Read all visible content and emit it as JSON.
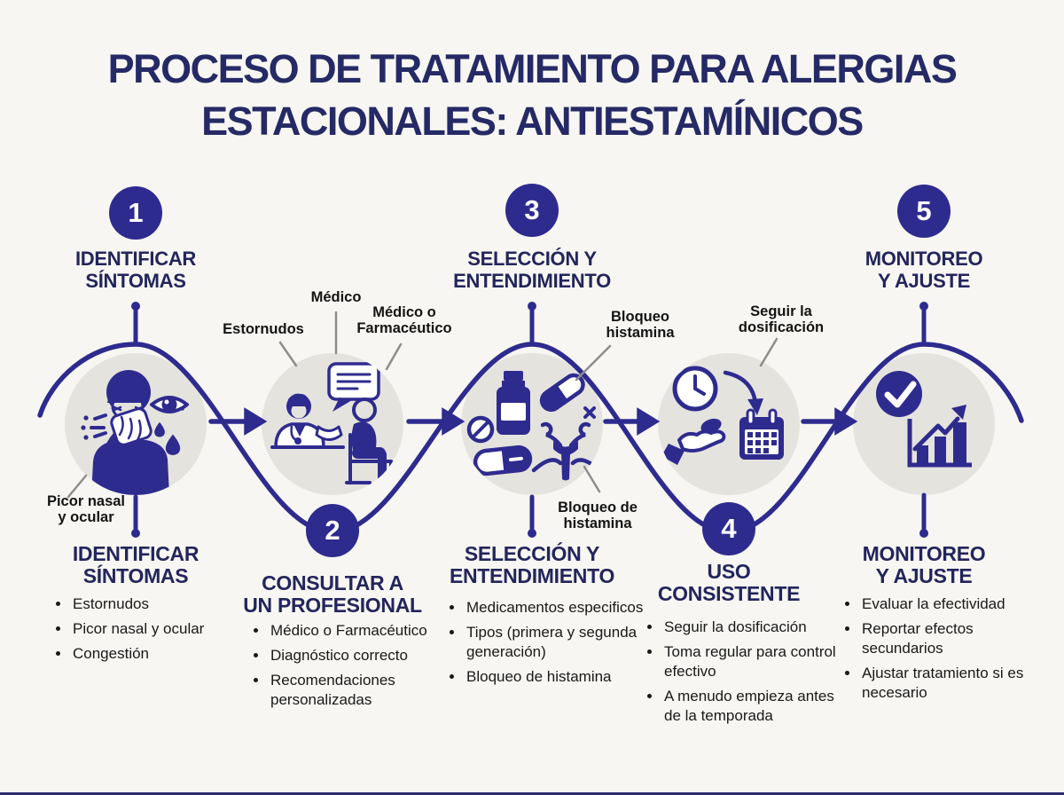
{
  "title": "PROCESO DE TRATAMIENTO PARA ALERGIAS\nESTACIONALES: ANTIESTAMÍNICOS",
  "colors": {
    "navy": "#2e2b8f",
    "heading_navy": "#23255c",
    "title_navy": "#252a66",
    "background": "#f7f6f2",
    "icon_circle_bg": "#e5e3de",
    "body_text": "#191919",
    "callout_line_grey": "#8d8d8d"
  },
  "steps": [
    {
      "number": "1",
      "top_label": "IDENTIFICAR\nSÍNTOMAS",
      "heading": "IDENTIFICAR\nSÍNTOMAS",
      "icon": "sneezing-person-teary-eye-icon",
      "bullets": [
        "Estornudos",
        "Picor nasal y ocular",
        "Congestión"
      ]
    },
    {
      "number": "2",
      "heading": "CONSULTAR A\nUN PROFESIONAL",
      "icon": "doctor-patient-consultation-icon",
      "bullets": [
        "Médico o Farmacéutico",
        "Diagnóstico correcto",
        "Recomendaciones personalizadas"
      ]
    },
    {
      "number": "3",
      "top_label": "SELECCIÓN Y\nENTENDIMIENTO",
      "heading": "SELECCIÓN Y\nENTENDIMIENTO",
      "icon": "medications-receptor-icon",
      "bullets": [
        "Medicamentos especificos",
        "Tipos (primera y segunda generación)",
        "Bloqueo de histamina"
      ]
    },
    {
      "number": "4",
      "heading": "USO\nCONSISTENTE",
      "icon": "clock-hand-pill-calendar-icon",
      "bullets": [
        "Seguir la dosificación",
        "Toma regular para control efectivo",
        "A menudo empieza antes de la temporada"
      ]
    },
    {
      "number": "5",
      "top_label": "MONITOREO\nY AJUSTE",
      "heading": "MONITOREO\nY AJUSTE",
      "icon": "checkmark-growth-chart-icon",
      "bullets": [
        "Evaluar la efectividad",
        "Reportar efectos secundarios",
        "Ajustar tratamiento si es necesario"
      ]
    }
  ],
  "callouts": [
    {
      "text": "Picor nasal\ny ocular"
    },
    {
      "text": "Estornudos"
    },
    {
      "text": "Médico"
    },
    {
      "text": "Médico o\nFarmacéutico"
    },
    {
      "text": "Bloqueo\nhistamina"
    },
    {
      "text": "Bloqueo de\nhistamina"
    },
    {
      "text": "Seguir la\ndosificación"
    }
  ]
}
